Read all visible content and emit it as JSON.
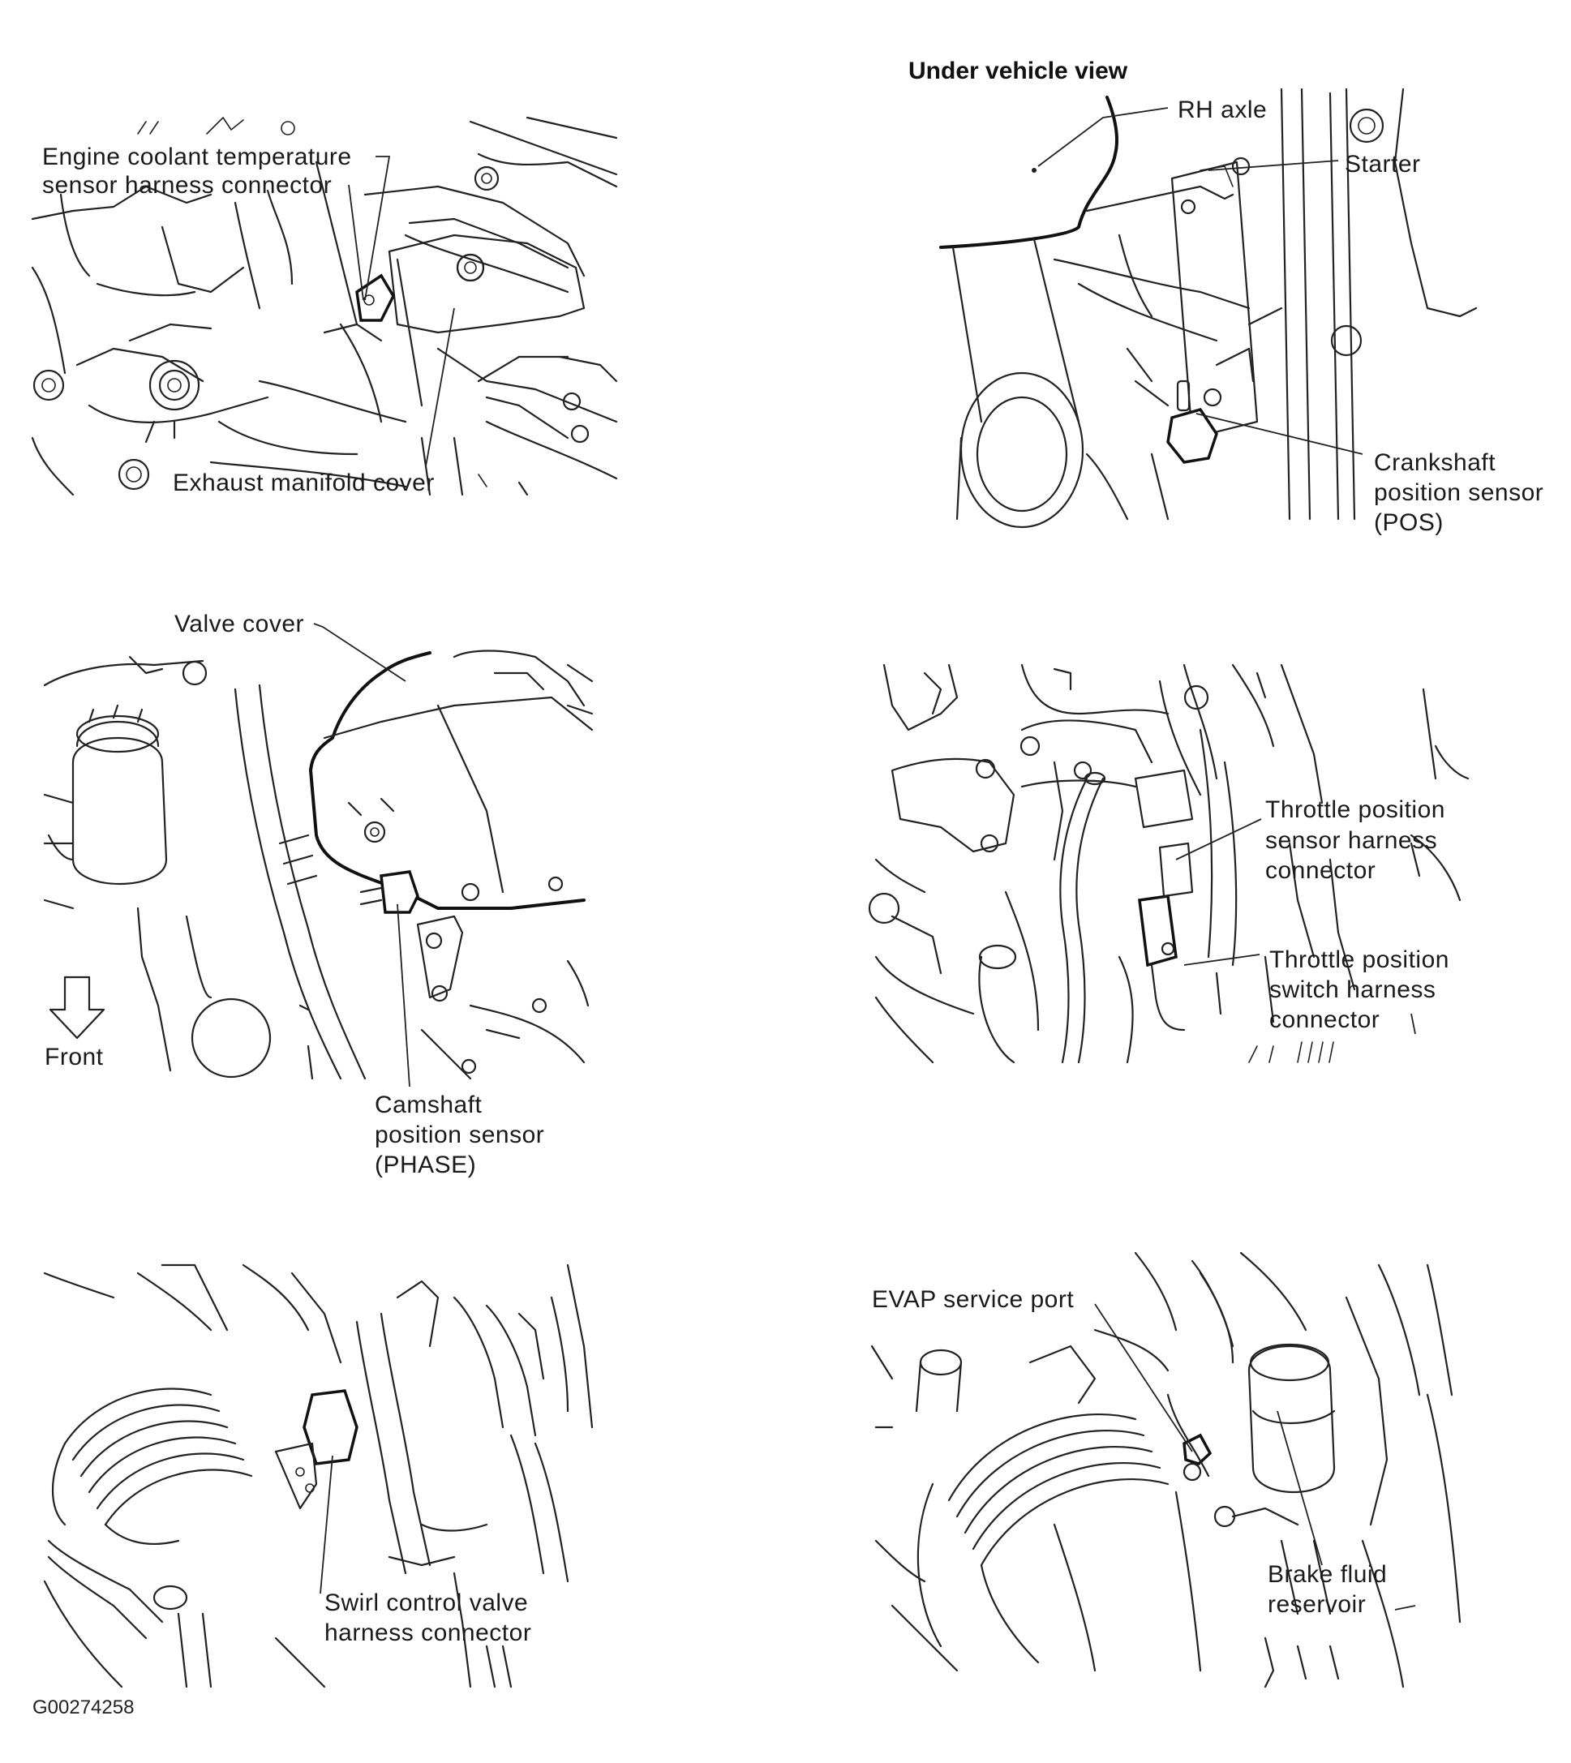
{
  "figure_id": "G00274258",
  "panels": {
    "coolant": {
      "label_line1": "Engine coolant temperature",
      "label_line2": "sensor harness connector",
      "cover_label": "Exhaust manifold cover"
    },
    "crankshaft": {
      "header": "Under vehicle view",
      "axle_label": "RH axle",
      "starter_label": "Starter",
      "sensor_line1": "Crankshaft",
      "sensor_line2": "position sensor",
      "sensor_line3": "(POS)"
    },
    "camshaft": {
      "valve_cover_label": "Valve cover",
      "front_label": "Front",
      "sensor_line1": "Camshaft",
      "sensor_line2": "position sensor",
      "sensor_line3": "(PHASE)"
    },
    "throttle": {
      "sensor_line1": "Throttle position",
      "sensor_line2": "sensor harness",
      "sensor_line3": "connector",
      "switch_line1": "Throttle position",
      "switch_line2": "switch harness",
      "switch_line3": "connector"
    },
    "swirl": {
      "label_line1": "Swirl control valve",
      "label_line2": "harness connector"
    },
    "evap": {
      "port_label": "EVAP service port",
      "reservoir_line1": "Brake fluid",
      "reservoir_line2": "reservoir"
    }
  },
  "icons": [
    "front-arrow-icon"
  ]
}
